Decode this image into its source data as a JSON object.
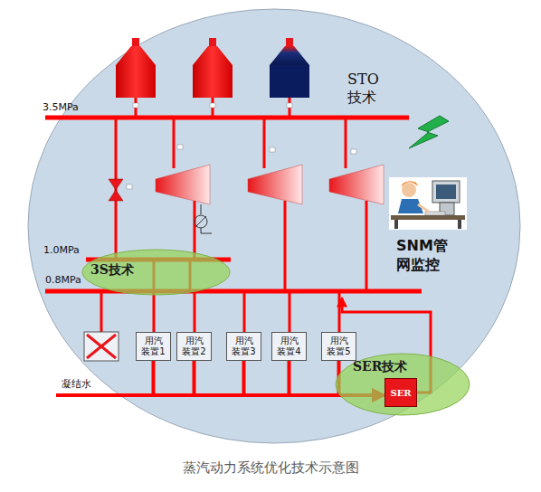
{
  "diagram": {
    "caption": "蒸汽动力系统优化技术示意图",
    "nodes": [
      {
        "text": [
          "3S技术"
        ]
      },
      {
        "text": [
          "用汽装置1"
        ]
      },
      {
        "text": [
          "用汽装置2"
        ]
      },
      {
        "text": [
          "用汽装置3"
        ]
      },
      {
        "text": [
          "用汽装置4"
        ]
      },
      {
        "text": [
          "用汽装置5"
        ]
      },
      {
        "text": [
          "SER技术"
        ]
      },
      {
        "text": [
          "SER"
        ],
        "in": 6
      }
    ],
    "edges": [
      {
        "from": 1,
        "to": 7,
        "arrow": "to"
      },
      {
        "from": 2,
        "to": 7,
        "arrow": "to"
      },
      {
        "from": 3,
        "to": 7,
        "arrow": "to"
      },
      {
        "from": 4,
        "to": 7,
        "arrow": "to"
      },
      {
        "from": 5,
        "to": 7,
        "arrow": "to"
      }
    ],
    "labels": [
      "3.5MPa",
      "STO 技术",
      "1.0MPa",
      "0.8MPa",
      "SNM管 网监控",
      "凝结水"
    ]
  }
}
